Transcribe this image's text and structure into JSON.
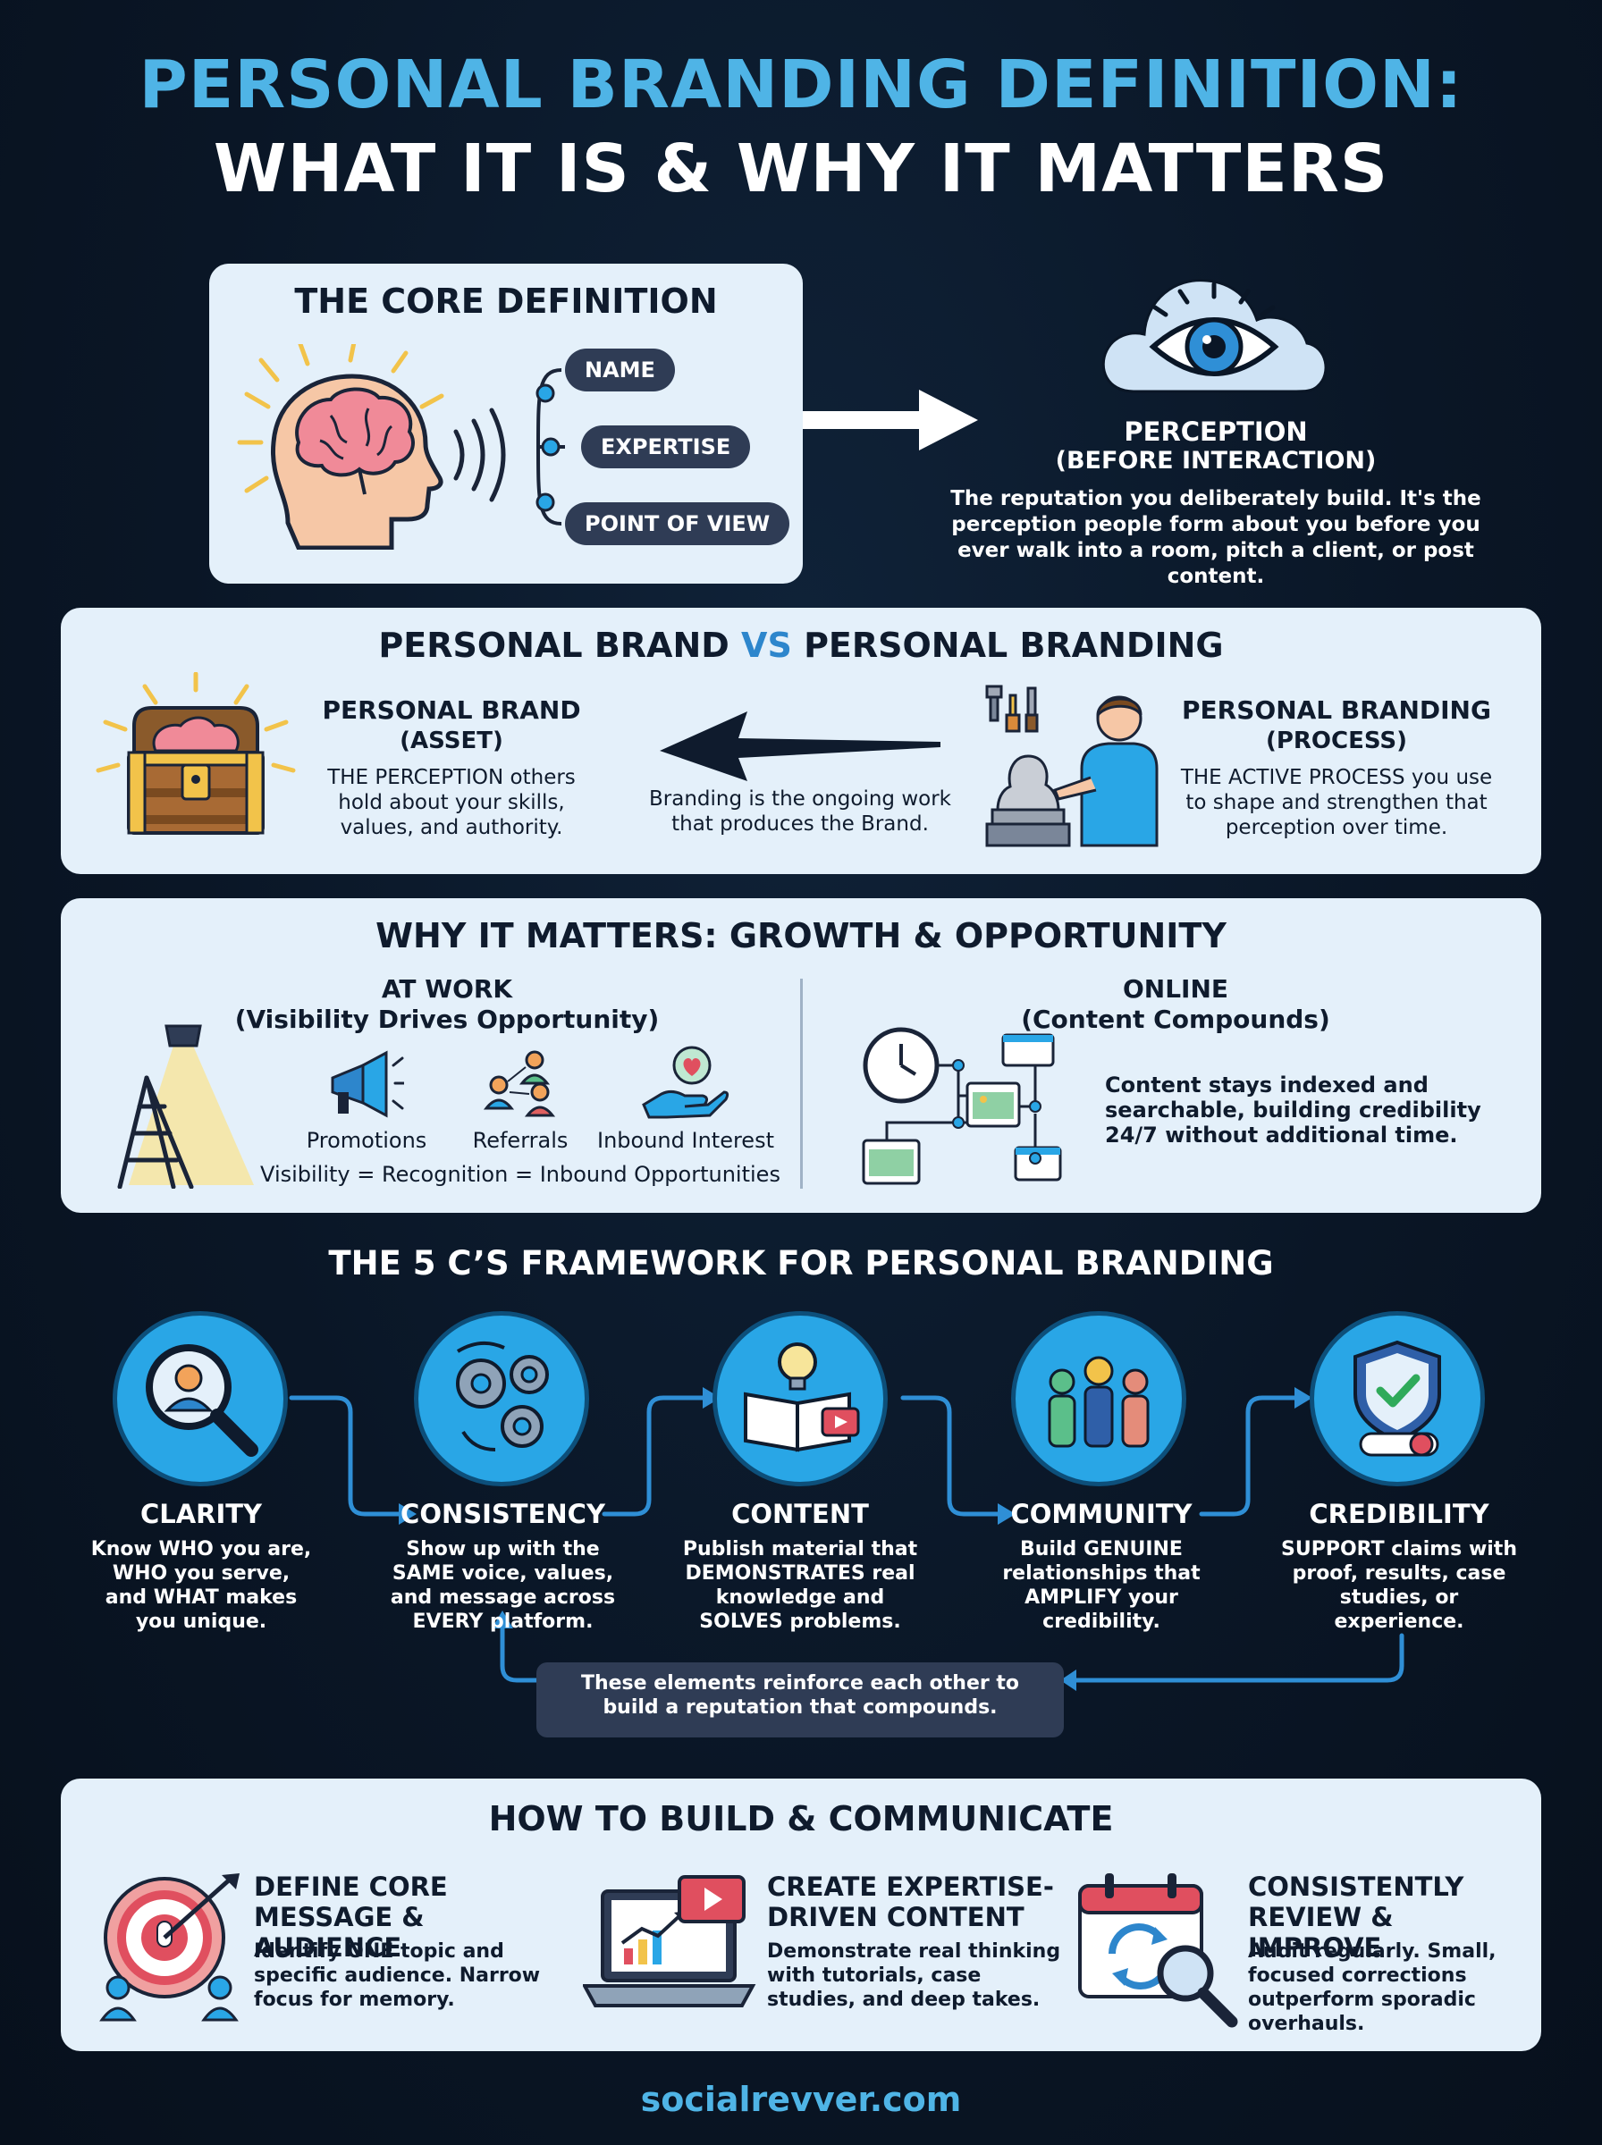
{
  "title": {
    "line1": "PERSONAL BRANDING DEFINITION:",
    "line2": "WHAT IT IS & WHY IT MATTERS"
  },
  "core": {
    "heading": "THE CORE DEFINITION",
    "pills": [
      "NAME",
      "EXPERTISE",
      "POINT OF VIEW"
    ],
    "perception_title": "PERCEPTION",
    "perception_sub": "(BEFORE INTERACTION)",
    "perception_desc": "The reputation you deliberately build. It's the perception people form about you before you ever walk into a room, pitch a client, or post content."
  },
  "versus": {
    "heading_left": "PERSONAL BRAND",
    "heading_vs": "VS",
    "heading_right": "PERSONAL BRANDING",
    "brand_title": "PERSONAL BRAND",
    "brand_sub": "(ASSET)",
    "brand_desc": "THE PERCEPTION others hold about your skills, values, and authority.",
    "middle_text": "Branding is the ongoing work that produces the Brand.",
    "branding_title": "PERSONAL BRANDING",
    "branding_sub": "(PROCESS)",
    "branding_desc": "THE ACTIVE PROCESS you use to shape and strengthen that perception over time."
  },
  "matters": {
    "heading": "WHY IT MATTERS: GROWTH & OPPORTUNITY",
    "work_title": "AT WORK",
    "work_sub": "(Visibility Drives Opportunity)",
    "work_items": [
      "Promotions",
      "Referrals",
      "Inbound Interest"
    ],
    "work_equation": "Visibility = Recognition = Inbound Opportunities",
    "online_title": "ONLINE",
    "online_sub": "(Content Compounds)",
    "online_desc": "Content stays indexed and searchable, building credibility 24/7 without additional time."
  },
  "framework": {
    "heading": "THE 5 C’S FRAMEWORK FOR PERSONAL BRANDING",
    "items": [
      {
        "title": "CLARITY",
        "desc": "Know WHO you are, WHO you serve, and WHAT makes you unique."
      },
      {
        "title": "CONSISTENCY",
        "desc": "Show up with the SAME voice, values, and message across EVERY platform."
      },
      {
        "title": "CONTENT",
        "desc": "Publish material that DEMONSTRATES real knowledge and SOLVES problems."
      },
      {
        "title": "COMMUNITY",
        "desc": "Build GENUINE relationships that AMPLIFY your credibility."
      },
      {
        "title": "CREDIBILITY",
        "desc": "SUPPORT claims with proof, results, case studies, or experience."
      }
    ],
    "loop_note": "These elements reinforce each other to build a reputation that compounds."
  },
  "build": {
    "heading": "HOW TO BUILD & COMMUNICATE",
    "steps": [
      {
        "title": "DEFINE CORE MESSAGE & AUDIENCE",
        "desc": "Identify ONE topic and specific audience. Narrow focus for memory."
      },
      {
        "title": "CREATE EXPERTISE-DRIVEN CONTENT",
        "desc": "Demonstrate real thinking with tutorials, case studies, and deep takes."
      },
      {
        "title": "CONSISTENTLY REVIEW & IMPROVE",
        "desc": "Audit regularly. Small, focused corrections outperform sporadic overhauls."
      }
    ]
  },
  "footer": "socialrevver.com"
}
